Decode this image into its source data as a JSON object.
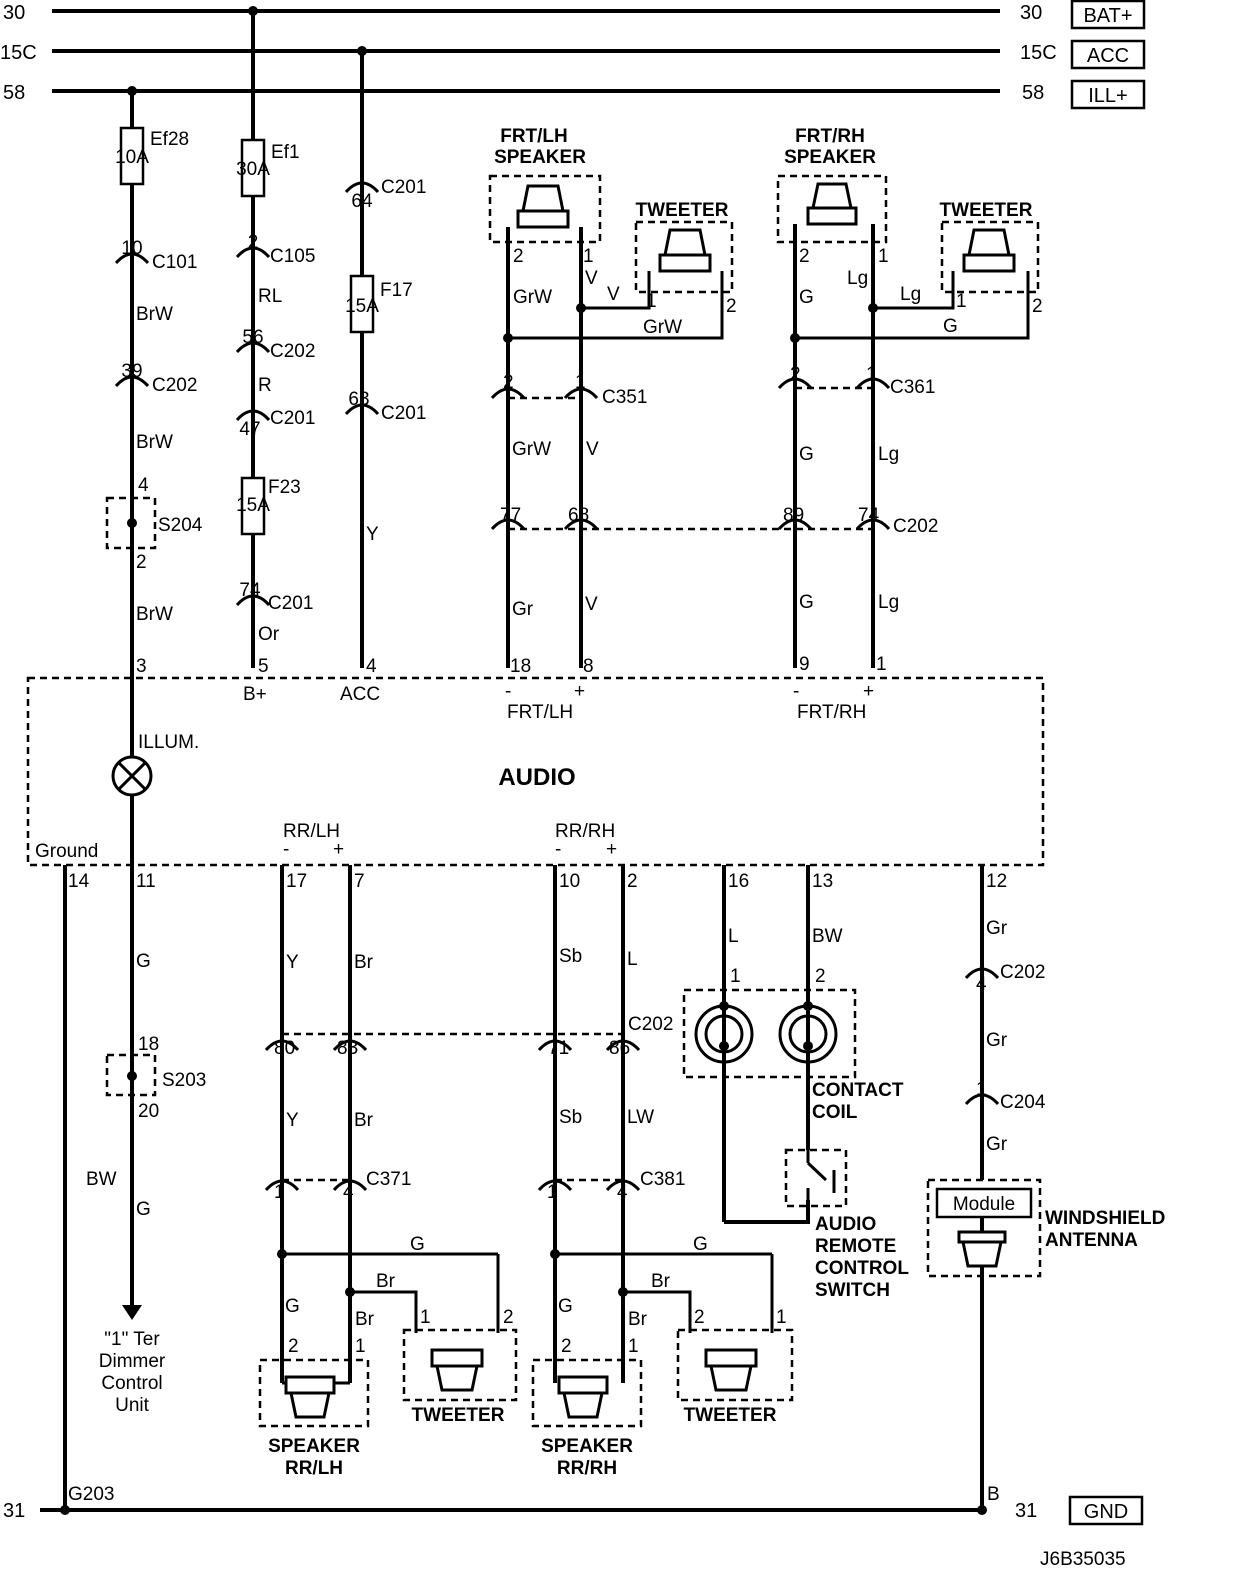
{
  "rails": {
    "r30_left": "30",
    "r15c_left": "15C",
    "r58_left": "58",
    "r30_right": "30",
    "r15c_right": "15C",
    "r58_right": "58",
    "bat": "BAT+",
    "acc": "ACC",
    "ill": "ILL+",
    "r31_left": "31",
    "r31_right": "31",
    "gnd": "GND"
  },
  "fuses": {
    "ef28": {
      "name": "Ef28",
      "rating": "10A"
    },
    "ef1": {
      "name": "Ef1",
      "rating": "30A"
    },
    "f17": {
      "name": "F17",
      "rating": "15A"
    },
    "f23": {
      "name": "F23",
      "rating": "15A"
    }
  },
  "illum_col": {
    "c101_pin": "10",
    "c101": "C101",
    "wire1": "BrW",
    "c202_pin": "39",
    "c202": "C202",
    "wire2": "BrW",
    "s204_top": "4",
    "s204": "S204",
    "s204_bot": "2",
    "wire3": "BrW",
    "pin": "3"
  },
  "batt_col": {
    "c105_pin": "2",
    "c105": "C105",
    "wire1": "RL",
    "c202_pin": "56",
    "c202": "C202",
    "wire2": "R",
    "c201_pin": "47",
    "c201": "C201",
    "c201b_pin": "74",
    "c201b": "C201",
    "wire3": "Or",
    "pin": "5",
    "label": "B+"
  },
  "acc_col": {
    "c201_pin": "64",
    "c201": "C201",
    "c201b_pin": "63",
    "c201b": "C201",
    "wire": "Y",
    "pin": "4",
    "label": "ACC"
  },
  "frt_lh": {
    "title1": "FRT/LH",
    "title2": "SPEAKER",
    "tweeter": "TWEETER",
    "spk_pin2": "2",
    "spk_pin1": "1",
    "tw_pin1": "1",
    "tw_pin2": "2",
    "w_grw": "GrW",
    "w_v": "V",
    "w_v2": "V",
    "w_grw2": "GrW",
    "c351_p2": "2",
    "c351_p1": "1",
    "c351": "C351",
    "w_grw3": "GrW",
    "w_v3": "V",
    "c202_p77": "77",
    "c202_p68": "68",
    "w_gr": "Gr",
    "w_v4": "V",
    "pin_neg": "18",
    "pin_pos": "8",
    "minus": "-",
    "plus": "+",
    "label": "FRT/LH"
  },
  "frt_rh": {
    "title1": "FRT/RH",
    "title2": "SPEAKER",
    "tweeter": "TWEETER",
    "spk_pin2": "2",
    "spk_pin1": "1",
    "tw_pin1": "1",
    "tw_pin2": "2",
    "w_g": "G",
    "w_lg": "Lg",
    "w_lg2": "Lg",
    "w_g2": "G",
    "c361_p2": "2",
    "c361_p1": "1",
    "c361": "C361",
    "w_g3": "G",
    "w_lg3": "Lg",
    "c202_p89": "89",
    "c202_p74": "74",
    "c202": "C202",
    "w_g4": "G",
    "w_lg4": "Lg",
    "pin_neg": "9",
    "pin_pos": "1",
    "minus": "-",
    "plus": "+",
    "label": "FRT/RH"
  },
  "audio": {
    "title": "AUDIO",
    "illum": "ILLUM.",
    "ground": "Ground",
    "rrlh": "RR/LH",
    "rrrh": "RR/RH",
    "minus": "-",
    "plus": "+"
  },
  "bottom": {
    "p14": "14",
    "p11": "11",
    "p17": "17",
    "p7": "7",
    "p10": "10",
    "p2": "2",
    "p16": "16",
    "p13": "13",
    "p12": "12",
    "w_g": "G",
    "w_y": "Y",
    "w_br": "Br",
    "w_sb": "Sb",
    "w_l": "L",
    "w_bw": "BW",
    "w_gr": "Gr",
    "s203_top": "18",
    "s203": "S203",
    "s203_bot": "20",
    "w_bw_gnd": "BW",
    "w_g2": "G",
    "dimmer1": "\"1\" Ter",
    "dimmer2": "Dimmer",
    "dimmer3": "Control",
    "dimmer4": "Unit",
    "c202_80": "80",
    "c202_83": "83",
    "c202_71": "71",
    "c202_86": "86",
    "c202": "C202",
    "w_y2": "Y",
    "w_br2": "Br",
    "w_sb2": "Sb",
    "w_lw": "LW",
    "c371_1": "1",
    "c371_4": "4",
    "c371": "C371",
    "c381_1": "1",
    "c381_4": "4",
    "c381": "C381",
    "coil_p1": "1",
    "coil_p2": "2",
    "coil1": "CONTACT",
    "coil2": "COIL",
    "ars1": "AUDIO",
    "ars2": "REMOTE",
    "ars3": "CONTROL",
    "ars4": "SWITCH",
    "ant_c202_p": "4",
    "ant_c202": "C202",
    "w_gr2": "Gr",
    "c204_p": "1",
    "c204": "C204",
    "w_gr3": "Gr",
    "module": "Module",
    "ant1": "WINDSHIELD",
    "ant2": "ANTENNA",
    "ant_b": "B",
    "g203": "G203"
  },
  "rr_lh": {
    "w_g_top": "G",
    "w_br_a": "Br",
    "w_g_l": "G",
    "w_br_b": "Br",
    "spk_p2": "2",
    "spk_p1": "1",
    "tw_p1": "1",
    "tw_p2": "2",
    "speaker1": "SPEAKER",
    "speaker2": "RR/LH",
    "tweeter": "TWEETER"
  },
  "rr_rh": {
    "w_g_top": "G",
    "w_br_a": "Br",
    "w_g_l": "G",
    "w_br_b": "Br",
    "spk_p2": "2",
    "spk_p1": "1",
    "tw_p2": "2",
    "tw_p1": "1",
    "speaker1": "SPEAKER",
    "speaker2": "RR/RH",
    "tweeter": "TWEETER"
  },
  "figure_id": "J6B35035"
}
